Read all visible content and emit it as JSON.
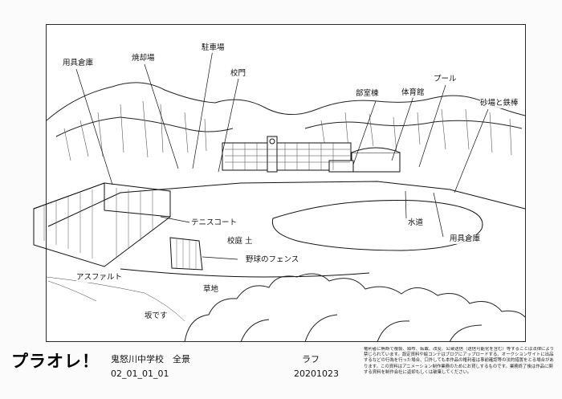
{
  "labels": {
    "equipment_storage_top": "用具倉庫",
    "incinerator": "焼却場",
    "parking": "駐車場",
    "school_gate": "校門",
    "club_building": "部室棟",
    "gymnasium": "体育館",
    "pool": "プール",
    "sandpit_bars": "砂場と鉄棒",
    "tennis_court": "テニスコート",
    "water_tap": "水道",
    "schoolyard_soil": "校庭 土",
    "equipment_storage_right": "用具倉庫",
    "baseball_fence": "野球のフェンス",
    "asphalt": "アスファルト",
    "grass": "草地",
    "slope": "坂です"
  },
  "footer": {
    "logo": "プラオレ！",
    "title": "鬼怒川中学校　全景",
    "code": "02_01_01_01",
    "stage": "ラフ",
    "date": "20201023",
    "notice": "権利者に無断で複製、頒布、転載、改変、公衆送信（送信可能化を含む）等することは法律により禁じられています。設定資料や絵コンテはブログにアップロードする、オークションサイトに出品するなどの行為を行った場合、口外しても本作品の権利者は事前確認等の法的措置をとる場合があります。この資料はアニメーション制作業務のためにお貸しするものです。業務終了後は作品に関する資料を制作会社に返却もしくは破棄してください。"
  },
  "colors": {
    "ink": "#111111",
    "paper": "#ffffff",
    "backdrop": "#fbfbfb"
  }
}
